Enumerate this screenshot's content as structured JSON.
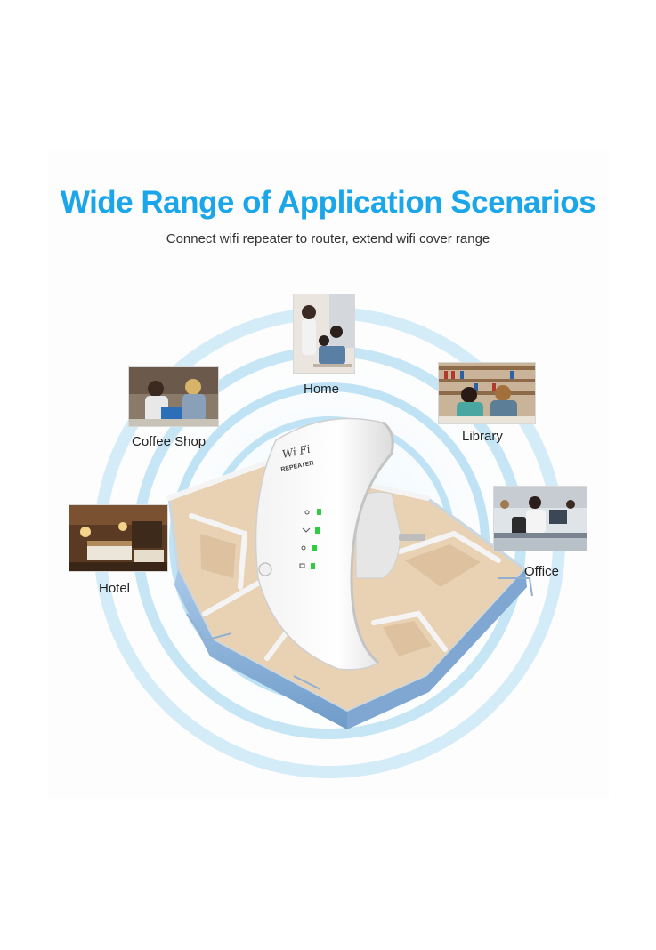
{
  "header": {
    "title": "Wide Range of Application Scenarios",
    "subtitle": "Connect wifi repeater to router, extend wifi cover range"
  },
  "scenarios": [
    {
      "label": "Home",
      "icon": "home-photo"
    },
    {
      "label": "Coffee Shop",
      "icon": "coffee-shop-photo"
    },
    {
      "label": "Library",
      "icon": "library-photo"
    },
    {
      "label": "Hotel",
      "icon": "hotel-photo"
    },
    {
      "label": "Office",
      "icon": "office-photo"
    }
  ],
  "device": {
    "brand": "Wi Fi",
    "model": "REPEATER",
    "indicator_color": "#2ecc40"
  },
  "colors": {
    "accent": "#1aa6e8",
    "rings": "#cfeaf8"
  }
}
